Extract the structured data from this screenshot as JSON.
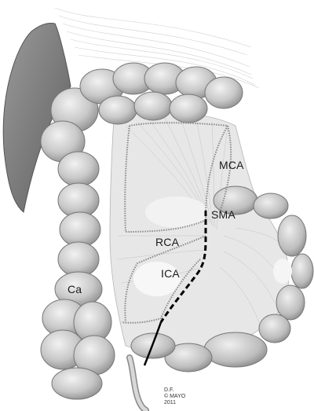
{
  "labels": {
    "mca": "MCA",
    "sma": "SMA",
    "rca": "RCA",
    "ica": "ICA",
    "ca": "Ca"
  },
  "credit": {
    "artist": "D.F.",
    "owner": "© MAYO",
    "year": "2011"
  },
  "colors": {
    "liver": "#7d7d7d",
    "bowel": "#c9c9c9",
    "bowel_shadow": "#9a9a9a",
    "mesentery": "#e4e4e4",
    "vessel": "#8a8a8a",
    "incision": "#000000"
  }
}
